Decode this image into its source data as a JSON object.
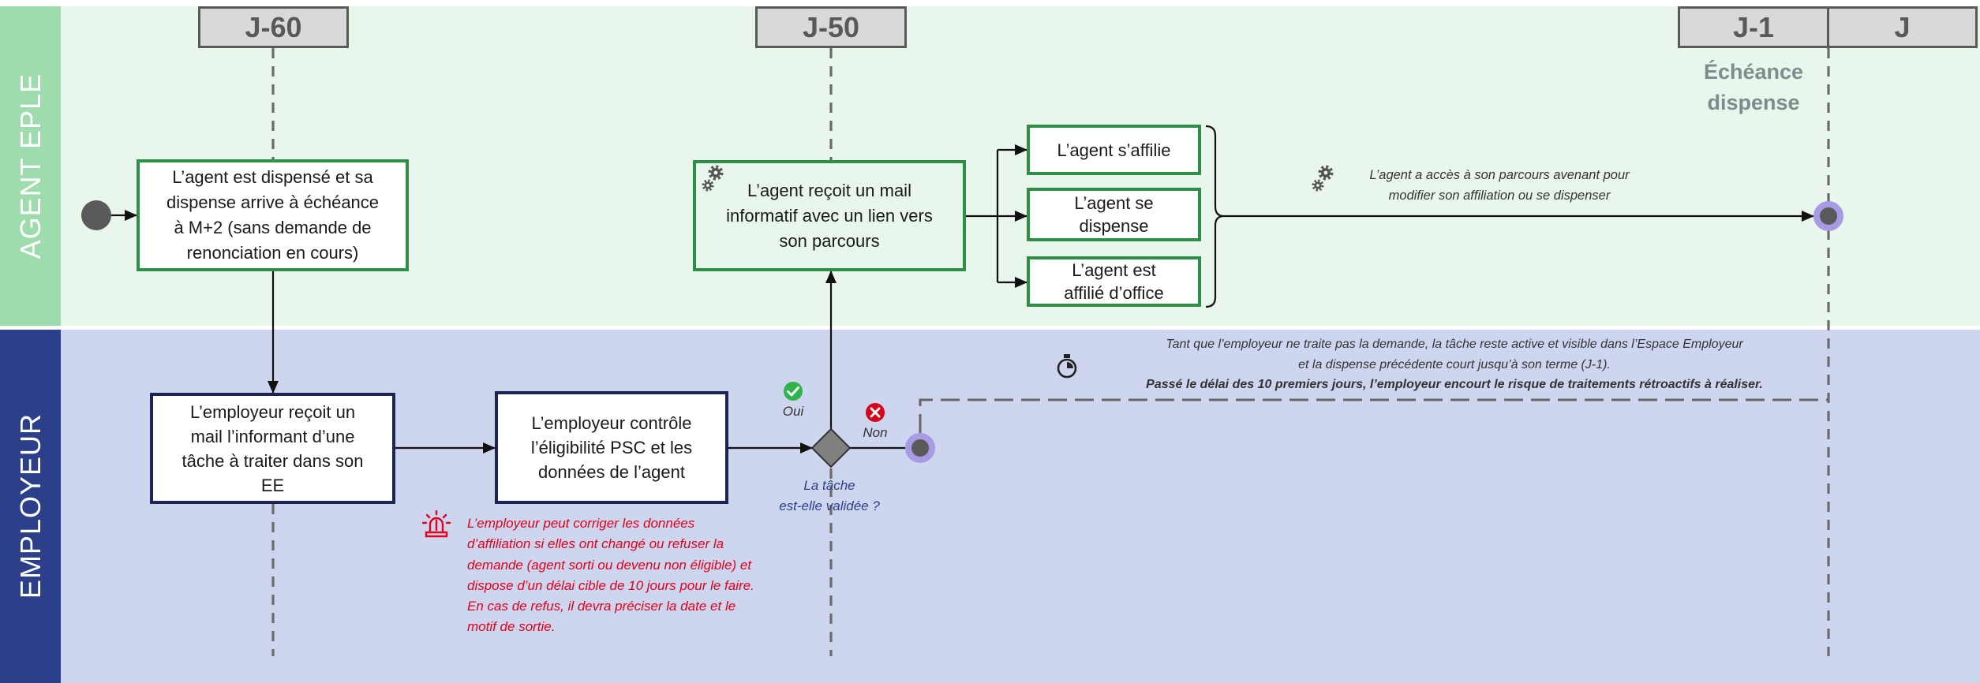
{
  "lanes": {
    "agent": {
      "label": "AGENT EPLE",
      "label_color": "#9edcad",
      "background": "#e8f6ec"
    },
    "employer": {
      "label": "EMPLOYEUR",
      "label_color": "#2c3f8b",
      "background": "#cdd5ef"
    }
  },
  "milestones": {
    "j60": "J-60",
    "j50": "J-50",
    "j1": "J-1",
    "j": "J",
    "deadline": [
      "Échéance",
      "dispense"
    ]
  },
  "agent_tasks": {
    "dispense_expiring": [
      "L’agent est dispensé et sa",
      "dispense arrive à échéance",
      "à M+2 (sans demande de",
      "renonciation en cours)"
    ],
    "receives_mail": [
      "L’agent reçoit un mail",
      "informatif avec un lien vers",
      "son parcours"
    ],
    "affiliates": "L’agent s’affilie",
    "dispenses": [
      "L’agent se",
      "dispense"
    ],
    "affiliated_by_default": [
      "L’agent est",
      "affilié d’office"
    ]
  },
  "employer_tasks": {
    "receives_mail": [
      "L’employeur reçoit un",
      "mail l’informant d’une",
      "tâche à traiter dans son",
      "EE"
    ],
    "checks_eligibility": [
      "L’employeur contrôle",
      "l’éligibilité PSC et les",
      "données de l’agent"
    ]
  },
  "gateway": {
    "question": [
      "La tâche",
      "est-elle validée ?"
    ],
    "yes_label": "Oui",
    "no_label": "Non"
  },
  "annotations": {
    "amendment_access": [
      "L’agent a accès à son parcours avenant pour",
      "modifier son affiliation ou se dispenser"
    ],
    "pending_task": [
      "Tant que l’employeur ne traite pas la demande, la tâche reste active et visible dans l’Espace Employeur",
      "et la dispense précédente court jusqu’à son terme (J-1).",
      "Passé le délai des 10 premiers jours, l’employeur encourt le risque de traitements rétroactifs à réaliser."
    ],
    "employer_correction": [
      "L’employeur peut corriger les données",
      "d’affiliation si elles ont changé ou refuser la",
      "demande (agent sorti ou devenu non éligible) et",
      "dispose d’un délai cible de 10 jours pour le faire.",
      "En cas de refus, il devra préciser la date et le",
      "motif de sortie."
    ]
  },
  "icons": {
    "automation": "gear-icon",
    "timer": "timer-icon",
    "alert": "alarm-icon",
    "yes": "check-circle-icon",
    "no": "cross-circle-icon"
  },
  "colors": {
    "agent_task_border": "#2f8f46",
    "employer_task_border": "#1b2454",
    "milestone_fill": "#d9d9d9",
    "milestone_text": "#595959",
    "alert_text": "#e3001b",
    "gateway_question_text": "#2c3f8b",
    "end_event_ring": "#a89ae3",
    "event_fill": "#5a5a5a"
  }
}
